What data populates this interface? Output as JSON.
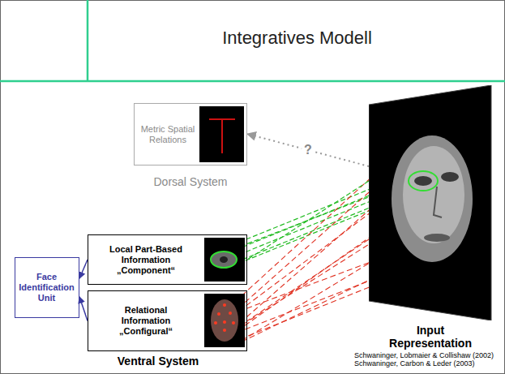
{
  "diagram": {
    "title": "Integratives Modell",
    "nodes": [
      {
        "text": [
          "Metric Spatial Relations",
          "Dorsal System"
        ]
      },
      {
        "text": [
          "Local Part-Based Information „Component“"
        ]
      },
      {
        "text": [
          "Relational Information „Configural“"
        ]
      },
      {
        "text": [
          "Face Identification Unit"
        ]
      },
      {
        "text": [
          "Input Representation"
        ]
      }
    ],
    "edges": [
      {
        "from": 1,
        "to": 3,
        "arrow": "to"
      },
      {
        "from": 2,
        "to": 3,
        "arrow": "to"
      },
      {
        "from": 4,
        "to": 0,
        "arrow": "to",
        "label": "?"
      },
      {
        "from": 4,
        "to": 1,
        "arrow": "none"
      },
      {
        "from": 4,
        "to": 2,
        "arrow": "none"
      }
    ],
    "labels": [
      "Ventral System",
      "Schwaninger, Lobmaier & Collishaw (2002)",
      "Schwaninger, Carbon & Leder (2003)"
    ]
  }
}
